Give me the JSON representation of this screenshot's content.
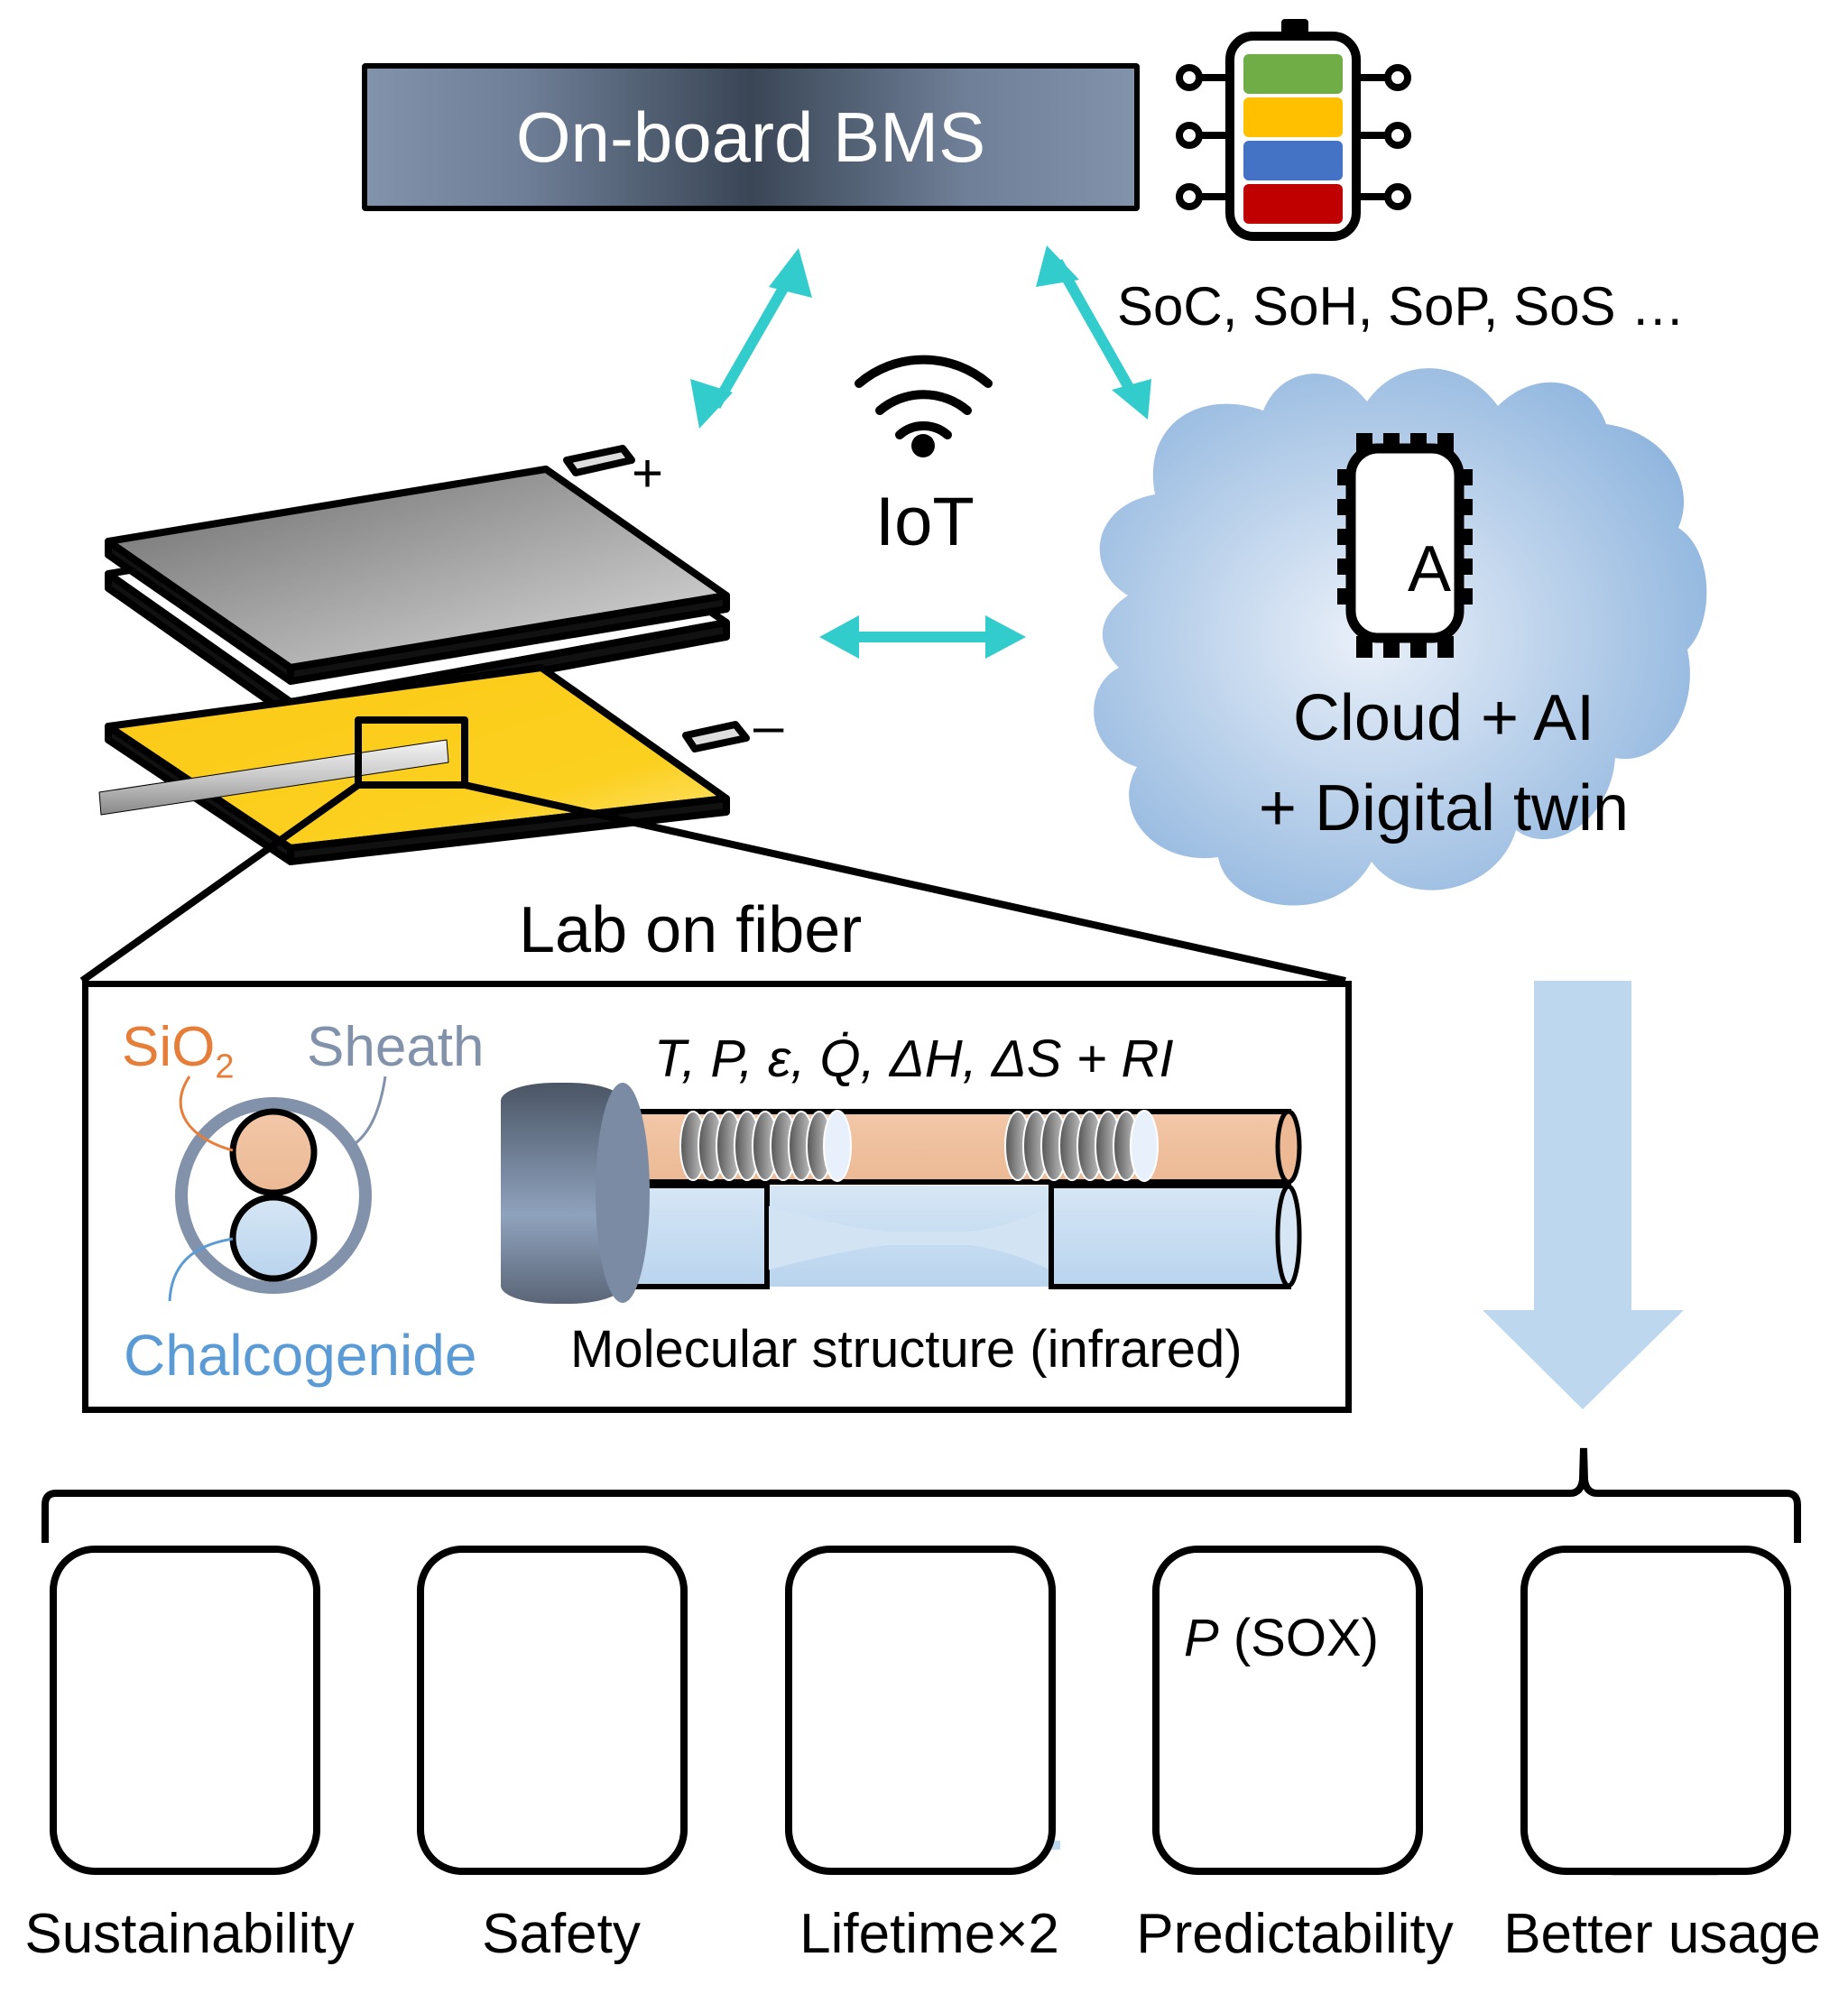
{
  "bms": {
    "label": "On-board BMS"
  },
  "battery_icon": {
    "segment_colors": [
      "#70ad47",
      "#ffc000",
      "#4472c4",
      "#c00000"
    ]
  },
  "state_estimates": "SoC, SoH, SoP, SoS …",
  "iot": {
    "label": "IoT"
  },
  "cell": {
    "positive_terminal": "+",
    "negative_terminal": "–",
    "electrode_color": "#ffcc1a"
  },
  "cloud": {
    "chip_label": "AI",
    "line1": "Cloud + AI",
    "line2": "+ Digital twin"
  },
  "lab_on_fiber": {
    "title": "Lab on fiber",
    "sio2_label": "SiO",
    "sio2_sub": "2",
    "sheath_label": "Sheath",
    "chalcogenide_label": "Chalcogenide",
    "parameters": "T, P, ε, Q̇, ΔH, ΔS + RI",
    "molecular_label": "Molecular structure (infrared)"
  },
  "arrow_color": "#33cccc",
  "outcomes": [
    {
      "label": "Sustainability",
      "icon": "recycle-icon"
    },
    {
      "label": "Safety",
      "icon": "no-fire-icon"
    },
    {
      "label": "Lifetime×2",
      "icon": "car-pylon-icon"
    },
    {
      "label": "Predictability",
      "icon": "distribution-icon",
      "inner_label": "P (SOX)"
    },
    {
      "label": "Better usage",
      "icon": "battery-charge-icon"
    }
  ]
}
